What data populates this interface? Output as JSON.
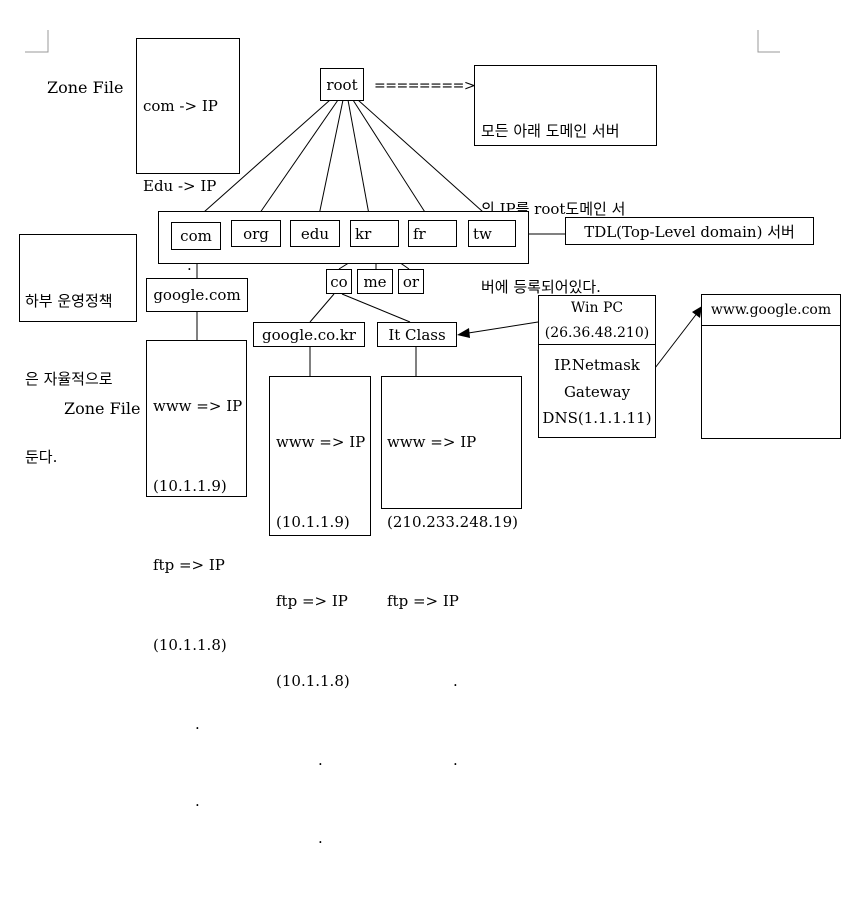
{
  "zone_label_top": "Zone File",
  "zone_label_bottom": "Zone File",
  "root_zone": [
    "com -> IP",
    "Edu -> IP",
    ".",
    ".",
    "."
  ],
  "root": "root",
  "arrow_text": "========>>",
  "root_note": [
    "모든 아래 도메인 서버",
    "의 IP를 root도메인 서",
    "버에 등록되어있다."
  ],
  "tld": [
    "com",
    "org",
    "edu",
    "kr",
    "fr",
    "tw"
  ],
  "tld_note": "TDL(Top-Level domain) 서버",
  "policy_note": [
    "하부 운영정책",
    "은 자율적으로",
    "둔다."
  ],
  "google_com": "google.com",
  "kr_children": [
    "co",
    "me",
    "or"
  ],
  "google_co_kr": "google.co.kr",
  "it_class": "It Class",
  "google_com_zone": [
    "www => IP",
    "(10.1.1.9)",
    "ftp => IP",
    "(10.1.1.8)",
    ".",
    "."
  ],
  "google_co_kr_zone": [
    "www => IP",
    "(10.1.1.9)",
    "ftp => IP",
    "(10.1.1.8)",
    ".",
    "."
  ],
  "it_class_zone": [
    "www => IP",
    "(210.233.248.19)",
    "ftp => IP",
    ".",
    "."
  ],
  "pc": {
    "title": "Win PC",
    "ip": "(26.36.48.210)",
    "settings": [
      "IP.Netmask",
      "Gateway",
      "DNS(1.1.1.11)"
    ]
  },
  "browser": "www.google.com"
}
